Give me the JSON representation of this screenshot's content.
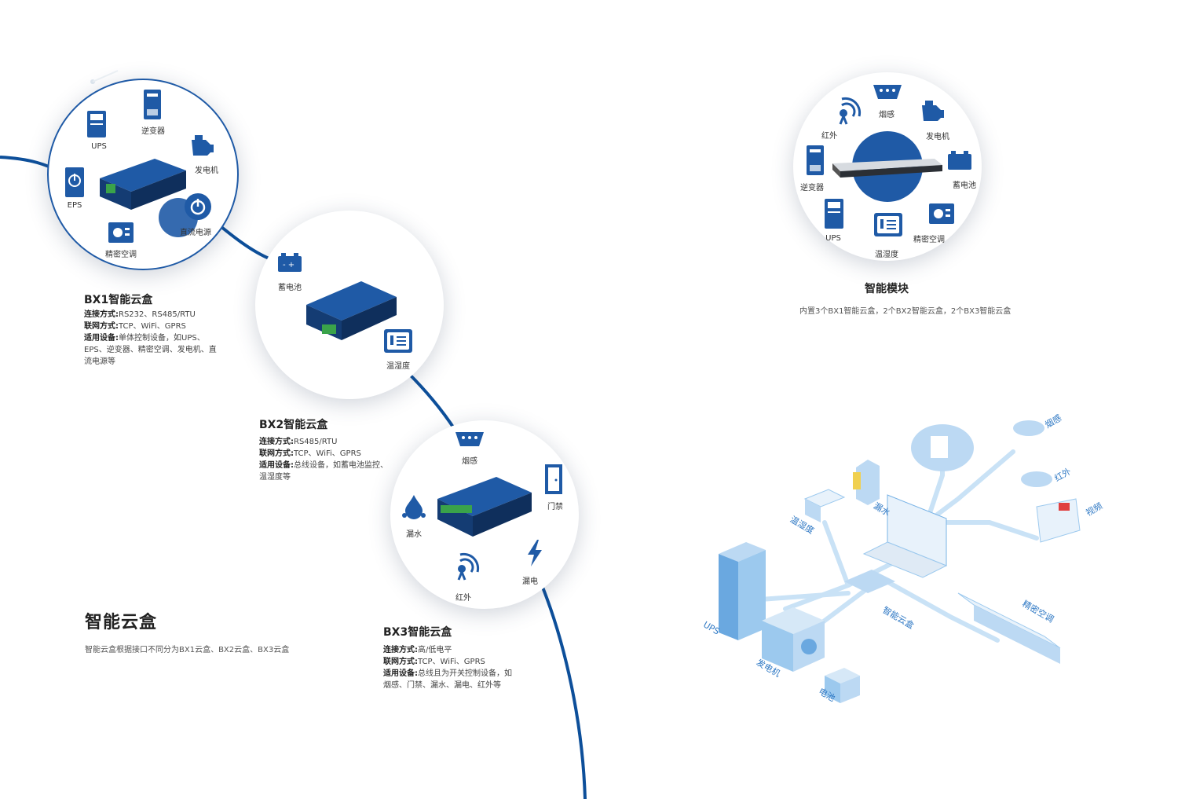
{
  "bx1": {
    "title": "BX1智能云盒",
    "lines": [
      {
        "key": "连接方式:",
        "val": "RS232、RS485/RTU"
      },
      {
        "key": "联网方式:",
        "val": "TCP、WiFi、GPRS"
      },
      {
        "key": "适用设备:",
        "val": "单体控制设备，如UPS、"
      },
      {
        "key": "",
        "val": "EPS、逆变器、精密空调、发电机、直"
      },
      {
        "key": "",
        "val": "流电源等"
      }
    ],
    "icons": {
      "ups": "UPS",
      "inverter": "逆变器",
      "generator": "发电机",
      "eps": "EPS",
      "dc_power": "直流电源",
      "ac": "精密空调"
    }
  },
  "bx2": {
    "title": "BX2智能云盒",
    "lines": [
      {
        "key": "连接方式:",
        "val": "RS485/RTU"
      },
      {
        "key": "联网方式:",
        "val": "TCP、WiFi、GPRS"
      },
      {
        "key": "适用设备:",
        "val": "总线设备，如蓄电池监控、"
      },
      {
        "key": "",
        "val": "温湿度等"
      }
    ],
    "icons": {
      "battery": "蓄电池",
      "temp": "温湿度"
    }
  },
  "bx3": {
    "title": "BX3智能云盒",
    "lines": [
      {
        "key": "连接方式:",
        "val": "高/低电平"
      },
      {
        "key": "联网方式:",
        "val": "TCP、WiFi、GPRS"
      },
      {
        "key": "适用设备:",
        "val": "总线且为开关控制设备，如"
      },
      {
        "key": "",
        "val": "烟感、门禁、漏水、漏电、红外等"
      }
    ],
    "icons": {
      "smoke": "烟感",
      "door": "门禁",
      "water": "漏水",
      "leak": "漏电",
      "infrared": "红外"
    }
  },
  "main": {
    "title": "智能云盒",
    "subtitle": "智能云盒根据接口不同分为BX1云盒、BX2云盒、BX3云盒"
  },
  "module": {
    "title": "智能模块",
    "subtitle": "内置3个BX1智能云盒，2个BX2智能云盒，2个BX3智能云盒",
    "icons": {
      "smoke": "烟感",
      "infrared": "红外",
      "generator": "发电机",
      "inverter": "逆变器",
      "battery": "蓄电池",
      "ups": "UPS",
      "temp": "温湿度",
      "ac": "精密空调"
    }
  },
  "iso": {
    "smoke": "烟感",
    "infrared": "红外",
    "video": "视频",
    "water": "漏水",
    "temp": "温湿度",
    "cloudbox": "智能云盒",
    "ups": "UPS",
    "generator": "发电机",
    "battery": "电池",
    "ac": "精密空调"
  },
  "colors": {
    "primary": "#1f5aa6",
    "icon": "#1f5aa6",
    "line": "#0d4f9a",
    "iso": "#9cc9ee"
  }
}
